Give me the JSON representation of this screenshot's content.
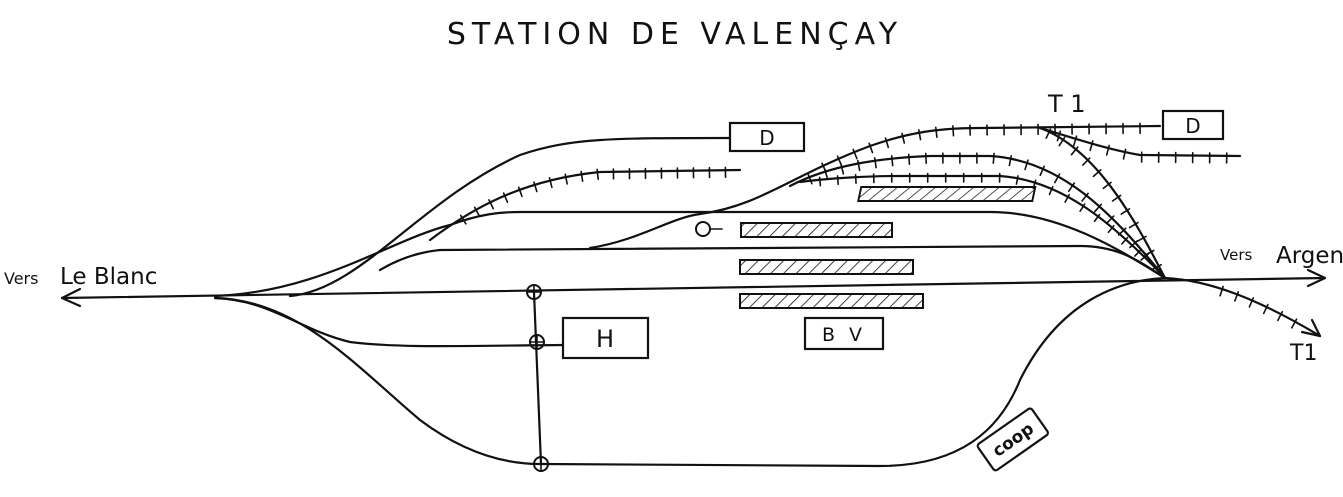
{
  "title": "STATION DE VALENÇAY",
  "directions": {
    "left": {
      "prefix": "Vers",
      "name": "Le Blanc"
    },
    "right": {
      "prefix": "Vers",
      "name": "Argent"
    }
  },
  "labels": {
    "depot_left": "D",
    "depot_right": "D",
    "track_t1_top": "T 1",
    "track_t1_bottom": "T1",
    "halle": "H",
    "batiment_voyageurs": "B V",
    "coop": "coop"
  },
  "colors": {
    "ink": "#111111",
    "paper": "#ffffff"
  }
}
